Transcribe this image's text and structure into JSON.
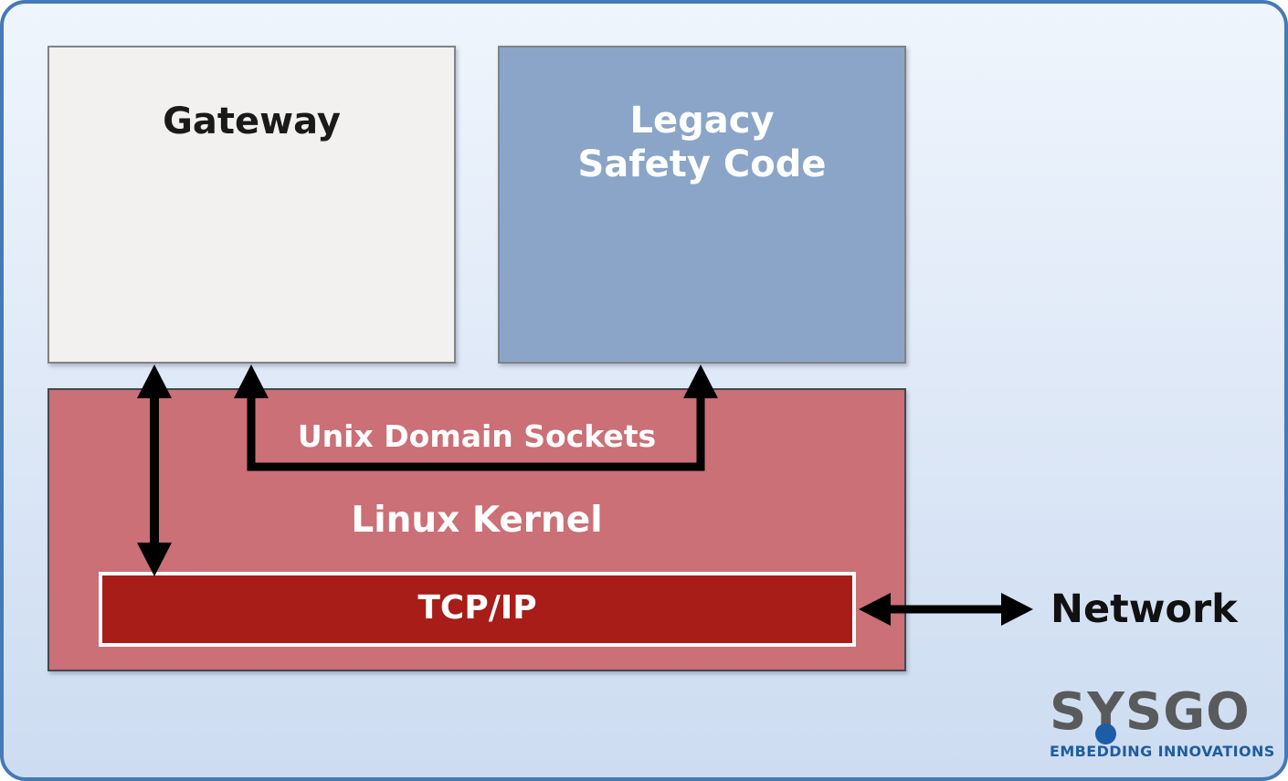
{
  "diagram": {
    "gateway_label": "Gateway",
    "legacy_label_lines": [
      "Legacy",
      "Safety Code"
    ],
    "kernel_label": "Linux Kernel",
    "unix_sockets_label": "Unix Domain Sockets",
    "tcpip_label": "TCP/IP",
    "network_label": "Network"
  },
  "logo": {
    "brand": "SYSGO",
    "tagline": "EMBEDDING INNOVATIONS"
  },
  "colors": {
    "frame_border": "#4579b7",
    "background_top": "#eff5fc",
    "background_bottom": "#cddcf1",
    "gateway_fill": "#f2f1f0",
    "legacy_fill": "#8aa5c7",
    "kernel_fill": "#ca7076",
    "kernel_border": "#44474d",
    "tcpip_fill": "#a81d18",
    "box_border": "#808285",
    "arrow": "#000000",
    "logo_gray": "#595a5c",
    "logo_blue": "#1c5da8"
  }
}
